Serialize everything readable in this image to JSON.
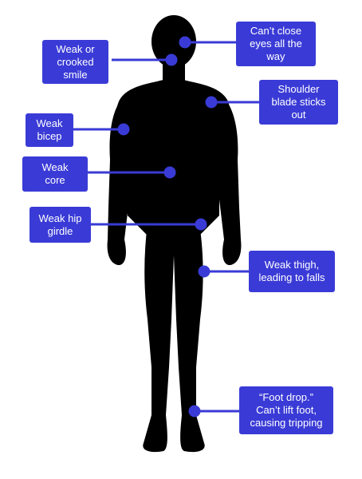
{
  "accent_color": "#3a3bd6",
  "figure_color": "#000000",
  "labels": {
    "eyes": "Can’t close\neyes all the\nway",
    "smile": "Weak or\ncrooked\nsmile",
    "shoulder": "Shoulder\nblade sticks\nout",
    "bicep": "Weak\nbicep",
    "core": "Weak\ncore",
    "hip": "Weak hip\ngirdle",
    "thigh": "Weak thigh,\nleading to falls",
    "foot": "“Foot drop.”\nCan’t lift foot,\ncausing tripping"
  }
}
